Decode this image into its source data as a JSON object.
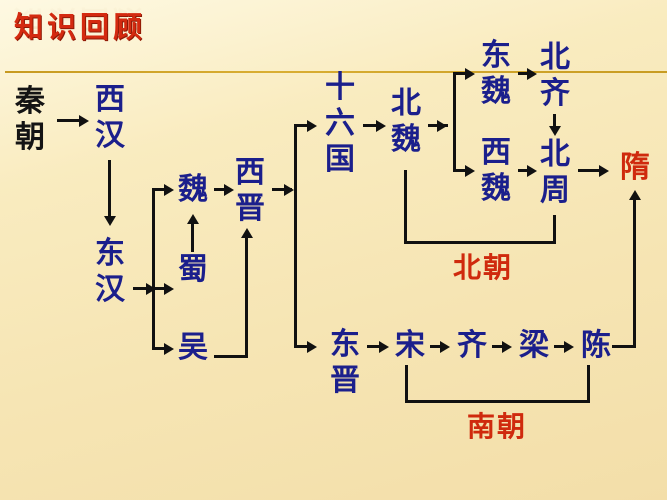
{
  "slide": {
    "title": "知识回顾",
    "background_color": "#f7e7b8",
    "underline_color": "#c89c22"
  },
  "colors": {
    "title_red": "#d42a10",
    "node_blue": "#1b1f8c",
    "node_black": "#141414",
    "label_red": "#cf2a0d",
    "connector": "#111111"
  },
  "nodes": {
    "qin": "秦\n朝",
    "xihan": "西\n汉",
    "donghan": "东\n汉",
    "wei": "魏",
    "shu": "蜀",
    "wu": "吴",
    "xijin": "西\n晋",
    "shiliuguo": "十\n六\n国",
    "beiwei": "北\n魏",
    "dongwei": "东\n魏",
    "xiwei": "西\n魏",
    "beiqi": "北\n齐",
    "beizhou": "北\n周",
    "sui": "隋",
    "dongjin": "东\n晋",
    "song": "宋",
    "qi": "齐",
    "liang": "梁",
    "chen": "陈"
  },
  "labels": {
    "beichao": "北朝",
    "nanchao": "南朝"
  }
}
